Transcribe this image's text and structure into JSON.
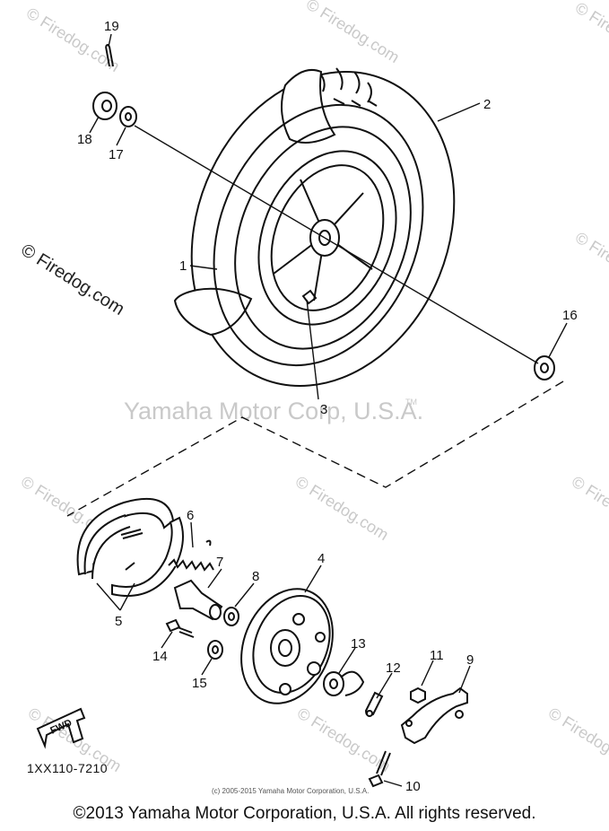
{
  "watermarks": {
    "center": "Yamaha Motor Corp, U.S.A.",
    "site_left": "© Firedog.com",
    "site_tiled": "© Firedog.com",
    "tm": "TM"
  },
  "callouts": {
    "p1": "1",
    "p2": "2",
    "p3": "3",
    "p4": "4",
    "p5": "5",
    "p6": "6",
    "p7": "7",
    "p8": "8",
    "p9": "9",
    "p10": "10",
    "p11": "11",
    "p12": "12",
    "p13": "13",
    "p14": "14",
    "p15": "15",
    "p16": "16",
    "p17": "17",
    "p18": "18",
    "p19": "19"
  },
  "fwd_label": "FWD",
  "diagram_code": "1XX110-7210",
  "small_copyright": "(c) 2005-2015 Yamaha Motor Corporation, U.S.A.",
  "footer_copyright": "©2013 Yamaha Motor Corporation, U.S.A. All rights reserved."
}
